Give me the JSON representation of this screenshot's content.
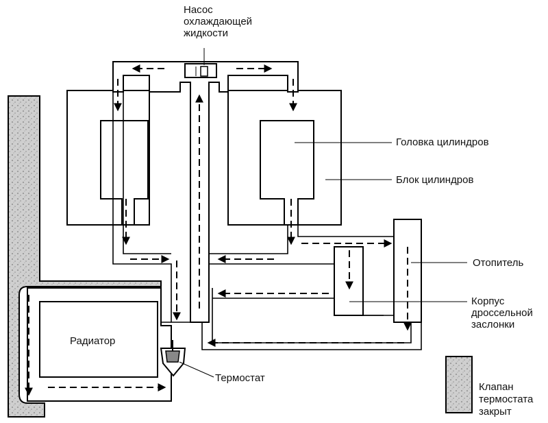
{
  "labels": {
    "pump": [
      "Насос",
      "охлаждающей",
      "жидкости"
    ],
    "cylinder_head": "Головка цилиндров",
    "cylinder_block": "Блок цилиндров",
    "heater": "Отопитель",
    "throttle_body": [
      "Корпус",
      "дроссельной",
      "заслонки"
    ],
    "radiator": "Радиатор",
    "thermostat": "Термостат",
    "legend": [
      "Клапан",
      "термостата",
      "закрыт"
    ]
  },
  "colors": {
    "line": "#000000",
    "background": "#ffffff",
    "closed_fill": "#c8c8c8"
  },
  "icons": [
    "thermostat-icon",
    "water-pump-icon"
  ]
}
